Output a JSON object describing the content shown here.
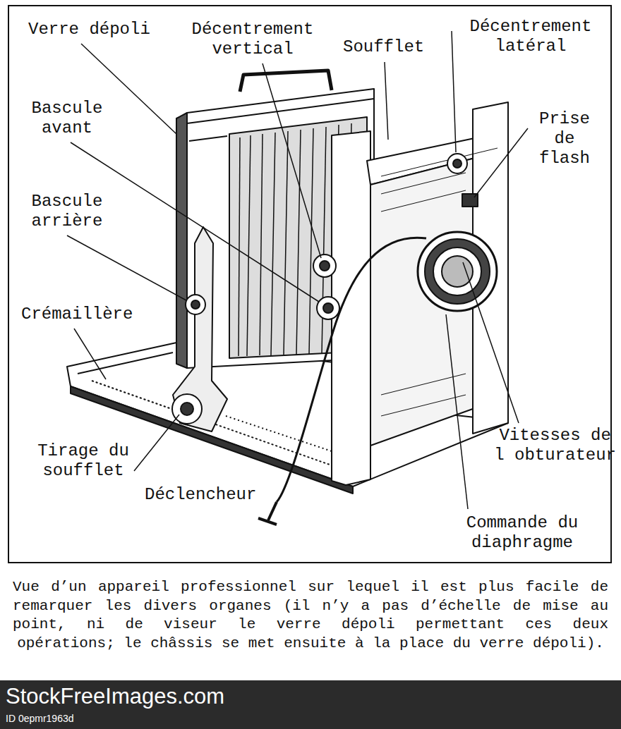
{
  "diagram": {
    "caption": "Vue d’un appareil professionnel sur lequel il est plus facile de remarquer les divers organes (il n’y a pas d’échelle de mise au point, ni de viseur le verre dépoli permettant ces deux opérations; le châssis se met ensuite à la place du verre dépoli).",
    "labels": [
      "Verre dépoli",
      "Décentrement vertical",
      "Soufflet",
      "Décentrement latéral",
      "Bascule avant",
      "Prise de flash",
      "Bascule arrière",
      "Crémaillère",
      "Vitesses de l obturateur",
      "Tirage du soufflet",
      "Déclencheur",
      "Commande du diaphragme",
      "StockFreeImages.com",
      "ID 0epmr1963d"
    ]
  }
}
